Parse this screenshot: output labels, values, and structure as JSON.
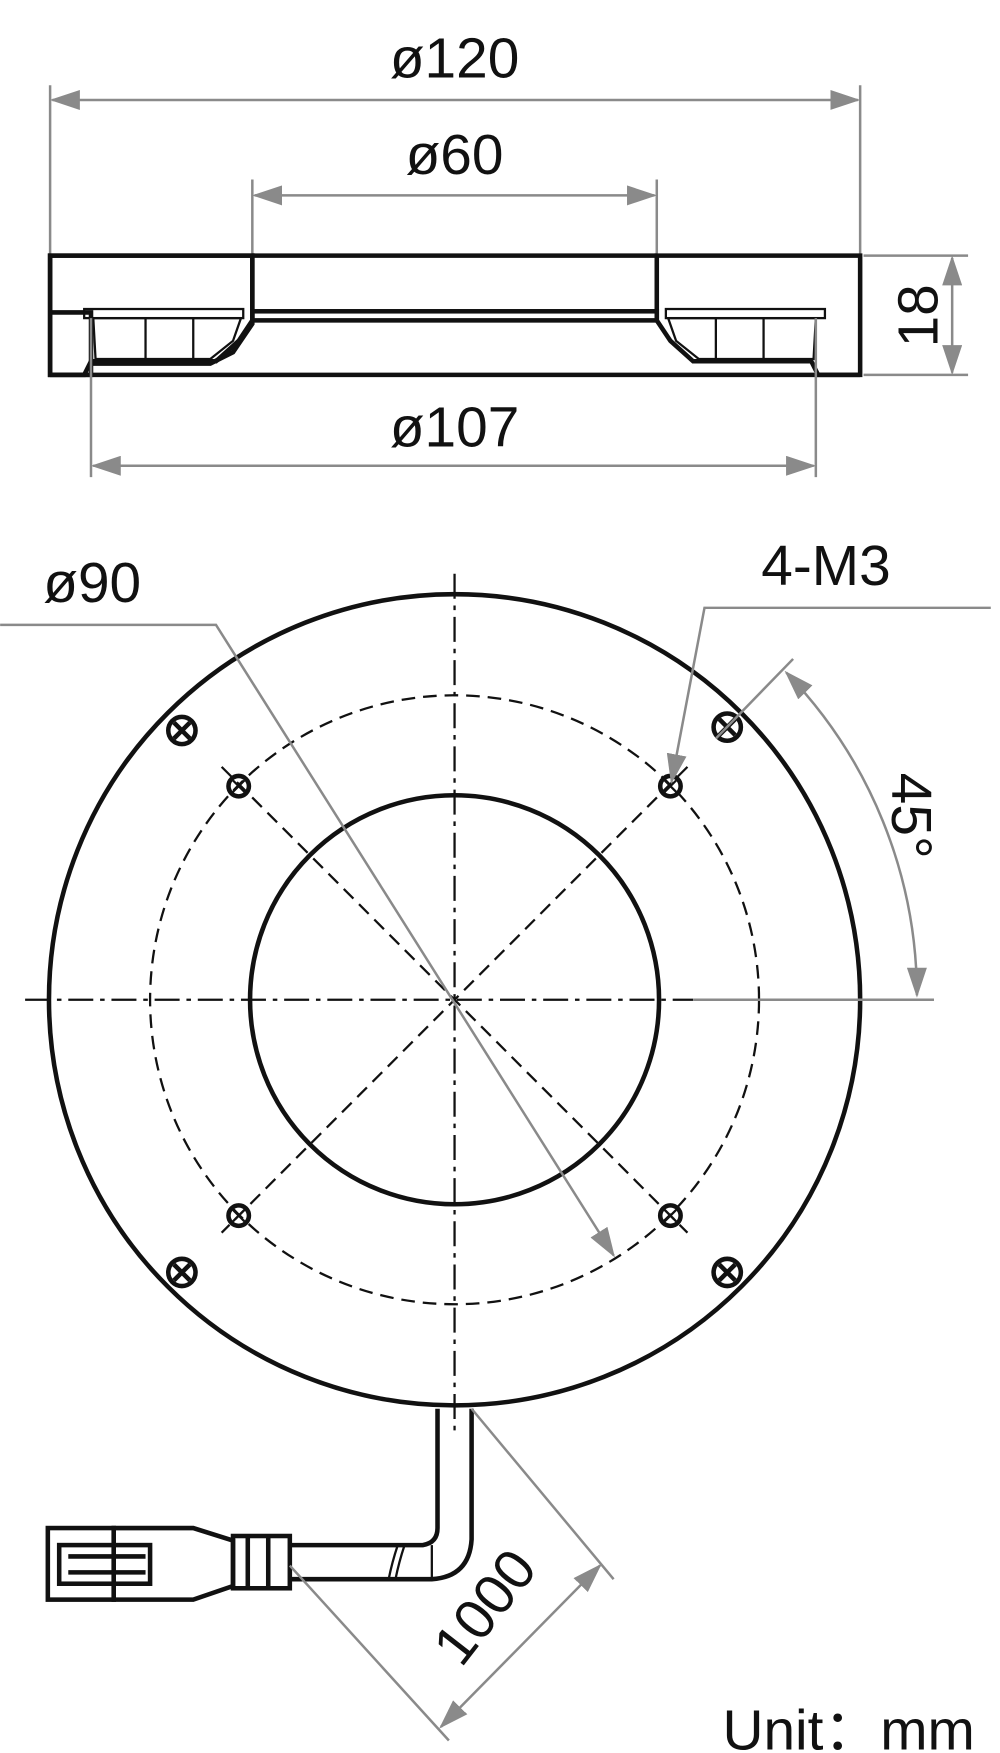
{
  "drawing": {
    "section_view": {
      "dim_outer_diameter": "ø120",
      "dim_inner_diameter": "ø60",
      "dim_height": "18",
      "dim_mount_diameter": "ø107"
    },
    "front_view": {
      "dim_bolt_circle": "ø90",
      "dim_holes": "4-M3",
      "dim_angle": "45°",
      "dim_cable_length": "1000"
    },
    "unit_label": "Unit：mm"
  }
}
